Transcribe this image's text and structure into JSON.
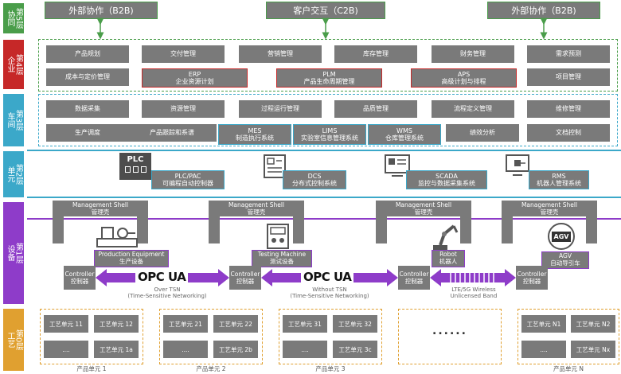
{
  "colors": {
    "l5": "#4a9d4a",
    "l4": "#c62828",
    "l3": "#3ba8c9",
    "l2": "#3ba8c9",
    "l1": "#8e3cc9",
    "l0": "#e0a030",
    "box": "#7a7a7a",
    "arrow": "#8e3cc9",
    "highlight_red": "#c62828",
    "highlight_blue": "#3ba8c9"
  },
  "layers": {
    "l5": "第5层\n协同",
    "l4": "第4层\n企业",
    "l3": "第3层\n车间",
    "l2": "第2层\n单元",
    "l1": "第1层\n设备",
    "l0": "第0层\n工艺"
  },
  "collab": {
    "left": "外部协作（B2B)",
    "center": "客户交互（C2B)",
    "right": "外部协作（B2B)"
  },
  "enterprise": {
    "row1": [
      "产品规划",
      "交付管理",
      "营销管理",
      "库存管理",
      "财务管理",
      "需求预测"
    ],
    "row2_left": "成本与定价管理",
    "erp": "ERP\n企业资源计划",
    "plm": "PLM\n产品生命周期管理",
    "aps": "APS\n高级计划与排程",
    "project": "项目管理"
  },
  "workshop": {
    "row1": [
      "数据采集",
      "资源管理",
      "过程运行管理",
      "品质管理",
      "流程定义管理",
      "维修管理"
    ],
    "row2_a": "生产调度",
    "row2_b": "产品跟踪和系谱",
    "mes": "MES\n制造执行系统",
    "lims": "LIMS\n实验室信息管理系统",
    "wms": "WMS\n仓库管理系统",
    "perf": "绩效分析",
    "doc": "文档控制"
  },
  "unit": {
    "plc_icon_text": "PLC",
    "plc": "PLC/PAC\n可编程自动控制器",
    "dcs": "DCS\n分布式控制系统",
    "scada": "SCADA\n监控与数据采集系统",
    "rms": "RMS\n机器人管理系统"
  },
  "device": {
    "mshell": [
      "Management Shell\n管理壳",
      "Management Shell\n管理壳",
      "Management Shell\n管理壳",
      "Management Shell\n管理壳"
    ],
    "controller": [
      "Controller\n控制器",
      "Controller\n控制器",
      "Controller\n控制器",
      "Controller\n控制器"
    ],
    "prod_equip": "Production Equipment\n生产设备",
    "testing": "Testing Machine\n测试设备",
    "robot": "Robot\n机器人",
    "agv": "AGV\n自动导引车",
    "agv_icon": "AGV",
    "opc": "OPC UA",
    "over_tsn": "Over TSN\n(Time-Sensitive Networking)",
    "without_tsn": "Without TSN\n(Time-Sensitive Networking)",
    "lte": "LTE/5G Wireless\nUnlicensed Band"
  },
  "process": {
    "u1": [
      "工艺单元 11",
      "工艺单元 12",
      "....",
      "工艺单元 1a"
    ],
    "u2": [
      "工艺单元 21",
      "工艺单元 22",
      "....",
      "工艺单元 2b"
    ],
    "u3": [
      "工艺单元 31",
      "工艺单元 32",
      "....",
      "工艺单元 3c"
    ],
    "u4": "......",
    "u5": [
      "工艺单元 N1",
      "工艺单元 N2",
      "....",
      "工艺单元 Nx"
    ],
    "labels": [
      "产品单元 1",
      "产品单元 2",
      "产品单元 3",
      "产品单元 N"
    ]
  }
}
